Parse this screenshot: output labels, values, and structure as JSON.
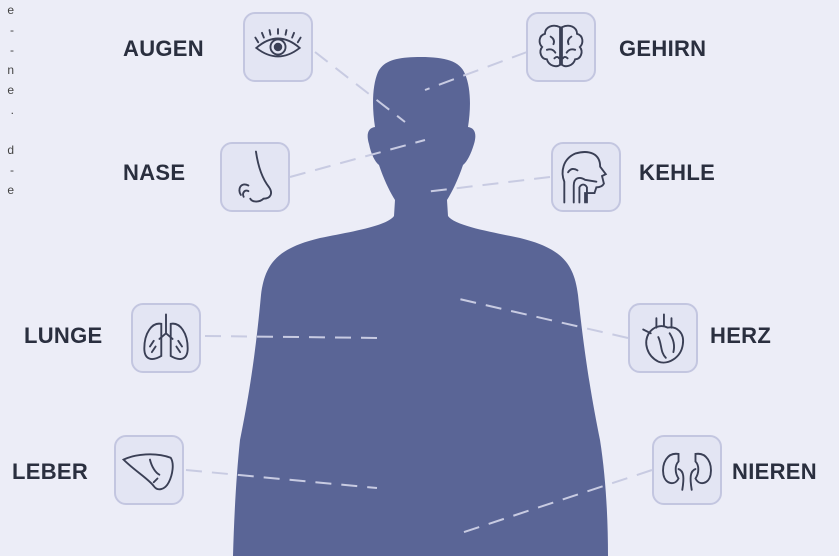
{
  "edge_text": [
    "e",
    "-",
    "-",
    "n",
    "e",
    ".",
    "",
    "d",
    "-",
    "e"
  ],
  "organs": {
    "augen": {
      "label": "AUGEN",
      "icon": "eye-icon"
    },
    "gehirn": {
      "label": "GEHIRN",
      "icon": "brain-icon"
    },
    "nase": {
      "label": "NASE",
      "icon": "nose-icon"
    },
    "kehle": {
      "label": "KEHLE",
      "icon": "throat-icon"
    },
    "lunge": {
      "label": "LUNGE",
      "icon": "lungs-icon"
    },
    "herz": {
      "label": "HERZ",
      "icon": "heart-icon"
    },
    "leber": {
      "label": "LEBER",
      "icon": "liver-icon"
    },
    "nieren": {
      "label": "NIEREN",
      "icon": "kidneys-icon"
    }
  },
  "colors": {
    "background": "#ecedf7",
    "silhouette": "#5a6596",
    "tile_fill": "#e3e5f3",
    "tile_border": "#c3c6e0",
    "connector": "#c8cbe2",
    "icon_stroke": "#3a3f55"
  }
}
